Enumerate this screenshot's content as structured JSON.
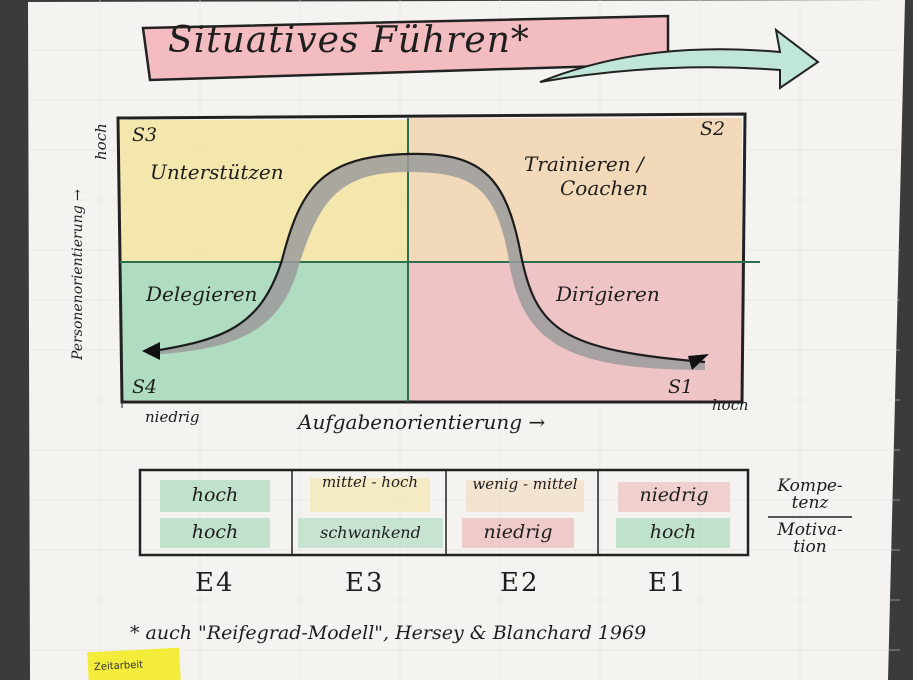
{
  "title": "Situatives Führen*",
  "y_axis": {
    "label": "Personenorientierung →",
    "high": "hoch"
  },
  "x_axis": {
    "label": "Aufgabenorientierung →",
    "low": "niedrig",
    "high": "hoch"
  },
  "quadrants": {
    "s3": {
      "code": "S3",
      "label": "Unterstützen"
    },
    "s2": {
      "code": "S2",
      "label_line1": "Trainieren /",
      "label_line2": "Coachen"
    },
    "s4": {
      "code": "S4",
      "label": "Delegieren"
    },
    "s1": {
      "code": "S1",
      "label": "Dirigieren"
    }
  },
  "table": {
    "competence_row": [
      "hoch",
      "mittel - hoch",
      "wenig - mittel",
      "niedrig"
    ],
    "motivation_row": [
      "hoch",
      "schwankend",
      "niedrig",
      "hoch"
    ],
    "side_top": "Kompe-tenz",
    "side_bottom": "Motiva-tion"
  },
  "levels": [
    "E4",
    "E3",
    "E2",
    "E1"
  ],
  "footnote": "* auch \"Reifegrad-Modell\", Hersey & Blanchard 1969",
  "sticky_note": "Zeitarbeit",
  "colors": {
    "yellow": "#f3e6a6",
    "orange": "#f1d6b3",
    "green": "#a9d9bd",
    "pink": "#eebfc2",
    "title_fill": "#f2bcc0",
    "arrow_fill": "#bfe6d8"
  }
}
